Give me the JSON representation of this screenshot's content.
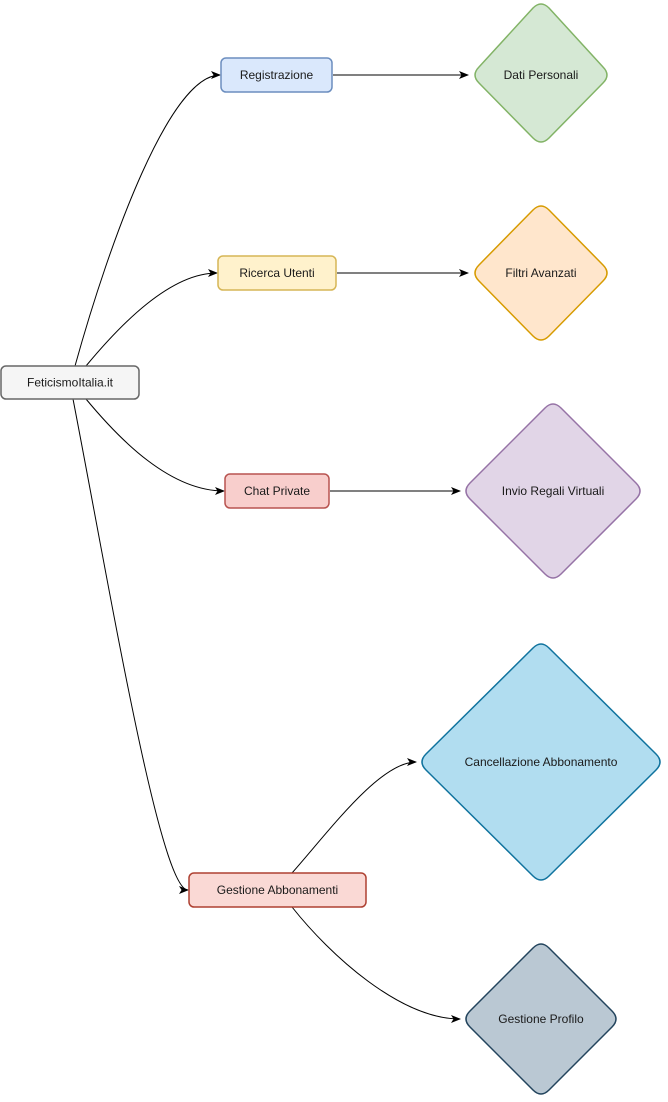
{
  "diagram": {
    "nodes": {
      "root": {
        "label": "FeticismoItalia.it",
        "shape": "rounded-rect",
        "fill": "#f5f5f5",
        "stroke": "#666666"
      },
      "registrazione": {
        "label": "Registrazione",
        "shape": "rounded-rect",
        "fill": "#dae8fc",
        "stroke": "#6c8ebf"
      },
      "ricerca": {
        "label": "Ricerca Utenti",
        "shape": "rounded-rect",
        "fill": "#fff2cc",
        "stroke": "#d6b656"
      },
      "chat": {
        "label": "Chat Private",
        "shape": "rounded-rect",
        "fill": "#f8cecc",
        "stroke": "#b85450"
      },
      "gestione_abb": {
        "label": "Gestione Abbonamenti",
        "shape": "rounded-rect",
        "fill": "#fad9d5",
        "stroke": "#ae4132"
      },
      "dati": {
        "label": "Dati Personali",
        "shape": "diamond",
        "fill": "#d5e8d4",
        "stroke": "#82b366"
      },
      "filtri": {
        "label": "Filtri Avanzati",
        "shape": "diamond",
        "fill": "#ffe6cc",
        "stroke": "#d79b00"
      },
      "regali": {
        "label": "Invio Regali Virtuali",
        "shape": "diamond",
        "fill": "#e1d5e7",
        "stroke": "#9673a6"
      },
      "cancellazione": {
        "label": "Cancellazione Abbonamento",
        "shape": "diamond",
        "fill": "#b1ddf0",
        "stroke": "#10739e"
      },
      "profilo": {
        "label": "Gestione Profilo",
        "shape": "diamond",
        "fill": "#bac8d3",
        "stroke": "#23445d"
      }
    },
    "edges": [
      {
        "from": "root",
        "to": "registrazione"
      },
      {
        "from": "root",
        "to": "ricerca"
      },
      {
        "from": "root",
        "to": "chat"
      },
      {
        "from": "root",
        "to": "gestione_abb"
      },
      {
        "from": "registrazione",
        "to": "dati"
      },
      {
        "from": "ricerca",
        "to": "filtri"
      },
      {
        "from": "chat",
        "to": "regali"
      },
      {
        "from": "gestione_abb",
        "to": "cancellazione"
      },
      {
        "from": "gestione_abb",
        "to": "profilo"
      }
    ]
  }
}
